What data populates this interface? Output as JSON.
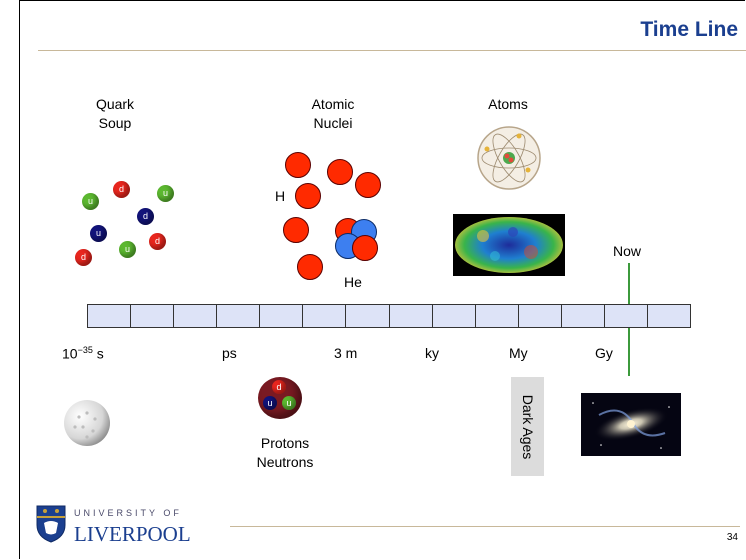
{
  "slide": {
    "title": "Time Line",
    "page_number": "34"
  },
  "labels": {
    "quark_soup_1": "Quark",
    "quark_soup_2": "Soup",
    "nuclei_1": "Atomic",
    "nuclei_2": "Nuclei",
    "atoms": "Atoms",
    "hydrogen": "H",
    "helium": "He",
    "now": "Now",
    "protons": "Protons",
    "neutrons": "Neutrons",
    "dark_ages": "Dark Ages"
  },
  "quarks": [
    {
      "letter": "u",
      "color": "green"
    },
    {
      "letter": "d",
      "color": "red"
    },
    {
      "letter": "u",
      "color": "green"
    },
    {
      "letter": "d",
      "color": "blue"
    },
    {
      "letter": "u",
      "color": "blue"
    },
    {
      "letter": "d",
      "color": "red"
    },
    {
      "letter": "u",
      "color": "green"
    },
    {
      "letter": "d",
      "color": "red"
    },
    {
      "letter": "d",
      "color": "red"
    }
  ],
  "timeline": {
    "ticks": [
      {
        "base": "10",
        "sup": "−35",
        "unit": " s"
      },
      {
        "text": "ps"
      },
      {
        "text": "3 m"
      },
      {
        "text": "ky"
      },
      {
        "text": "My"
      },
      {
        "text": "Gy"
      }
    ]
  },
  "footer": {
    "university_small": "UNIVERSITY OF",
    "university_big": "LIVERPOOL"
  },
  "colors": {
    "title": "#1b3f8f",
    "bar_fill": "#dde3f7",
    "now_line": "#3c9a3c"
  }
}
